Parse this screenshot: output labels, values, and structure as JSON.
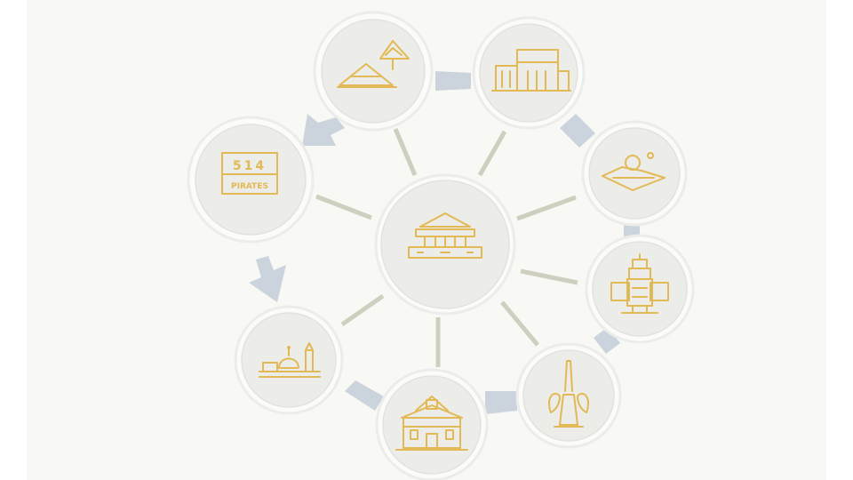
{
  "center": {
    "icon": "government-building-icon"
  },
  "nodes": [
    {
      "id": "tent",
      "icon": "pavilion-tent-icon"
    },
    {
      "id": "store",
      "icon": "storefront-building-icon"
    },
    {
      "id": "landscape",
      "icon": "landscape-sun-icon"
    },
    {
      "id": "pagoda",
      "icon": "pagoda-tower-icon"
    },
    {
      "id": "monument",
      "icon": "obelisk-monument-icon"
    },
    {
      "id": "hall",
      "icon": "town-hall-icon"
    },
    {
      "id": "skyline",
      "icon": "mosque-skyline-icon"
    },
    {
      "id": "sign",
      "icon": "signboard-icon",
      "sign_line1": "514",
      "sign_line2": "PIRATES"
    }
  ],
  "colors": {
    "accent": "#e2b954",
    "arrow": "#cbd3dc",
    "spoke": "#cfcfbf",
    "node_fill": "#ecece8",
    "panel": "#f8f8f5"
  }
}
